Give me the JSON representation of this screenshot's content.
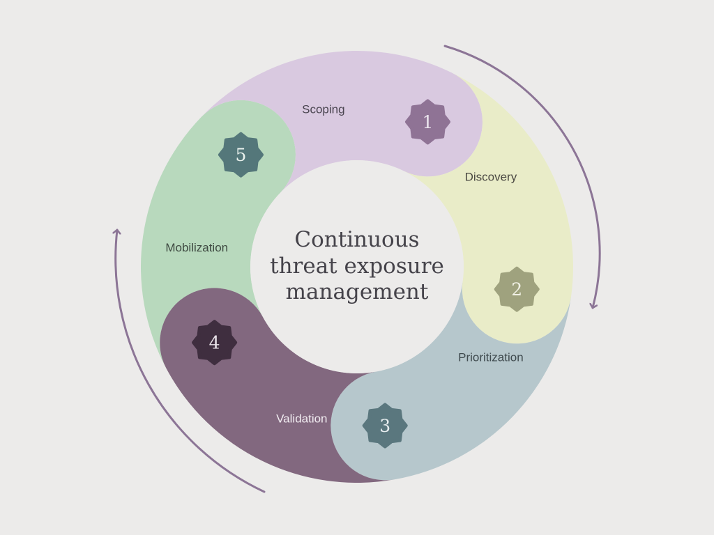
{
  "diagram": {
    "title_lines": [
      "Continuous",
      "threat exposure",
      "management"
    ],
    "stages": [
      {
        "number": "1",
        "label": "Scoping",
        "fill": "#d9c9e0",
        "label_color": "#4a4550",
        "badge_color": "#8f7395",
        "badge_text_color": "#ece6ee"
      },
      {
        "number": "2",
        "label": "Discovery",
        "fill": "#e9ecc8",
        "label_color": "#4a4842",
        "badge_color": "#9fa27e",
        "badge_text_color": "#f0f0e4"
      },
      {
        "number": "3",
        "label": "Prioritization",
        "fill": "#b6c7cc",
        "label_color": "#3f4a4e",
        "badge_color": "#5a777e",
        "badge_text_color": "#e8eef0"
      },
      {
        "number": "4",
        "label": "Validation",
        "fill": "#82687f",
        "label_color": "#f1ecf1",
        "badge_color": "#3f2e3f",
        "badge_text_color": "#e8e2e8"
      },
      {
        "number": "5",
        "label": "Mobilization",
        "fill": "#b8d9bd",
        "label_color": "#3f4a42",
        "badge_color": "#54777a",
        "badge_text_color": "#eaf2ee"
      }
    ],
    "arrow_color": "#8c7596",
    "background": "#ecebea"
  }
}
